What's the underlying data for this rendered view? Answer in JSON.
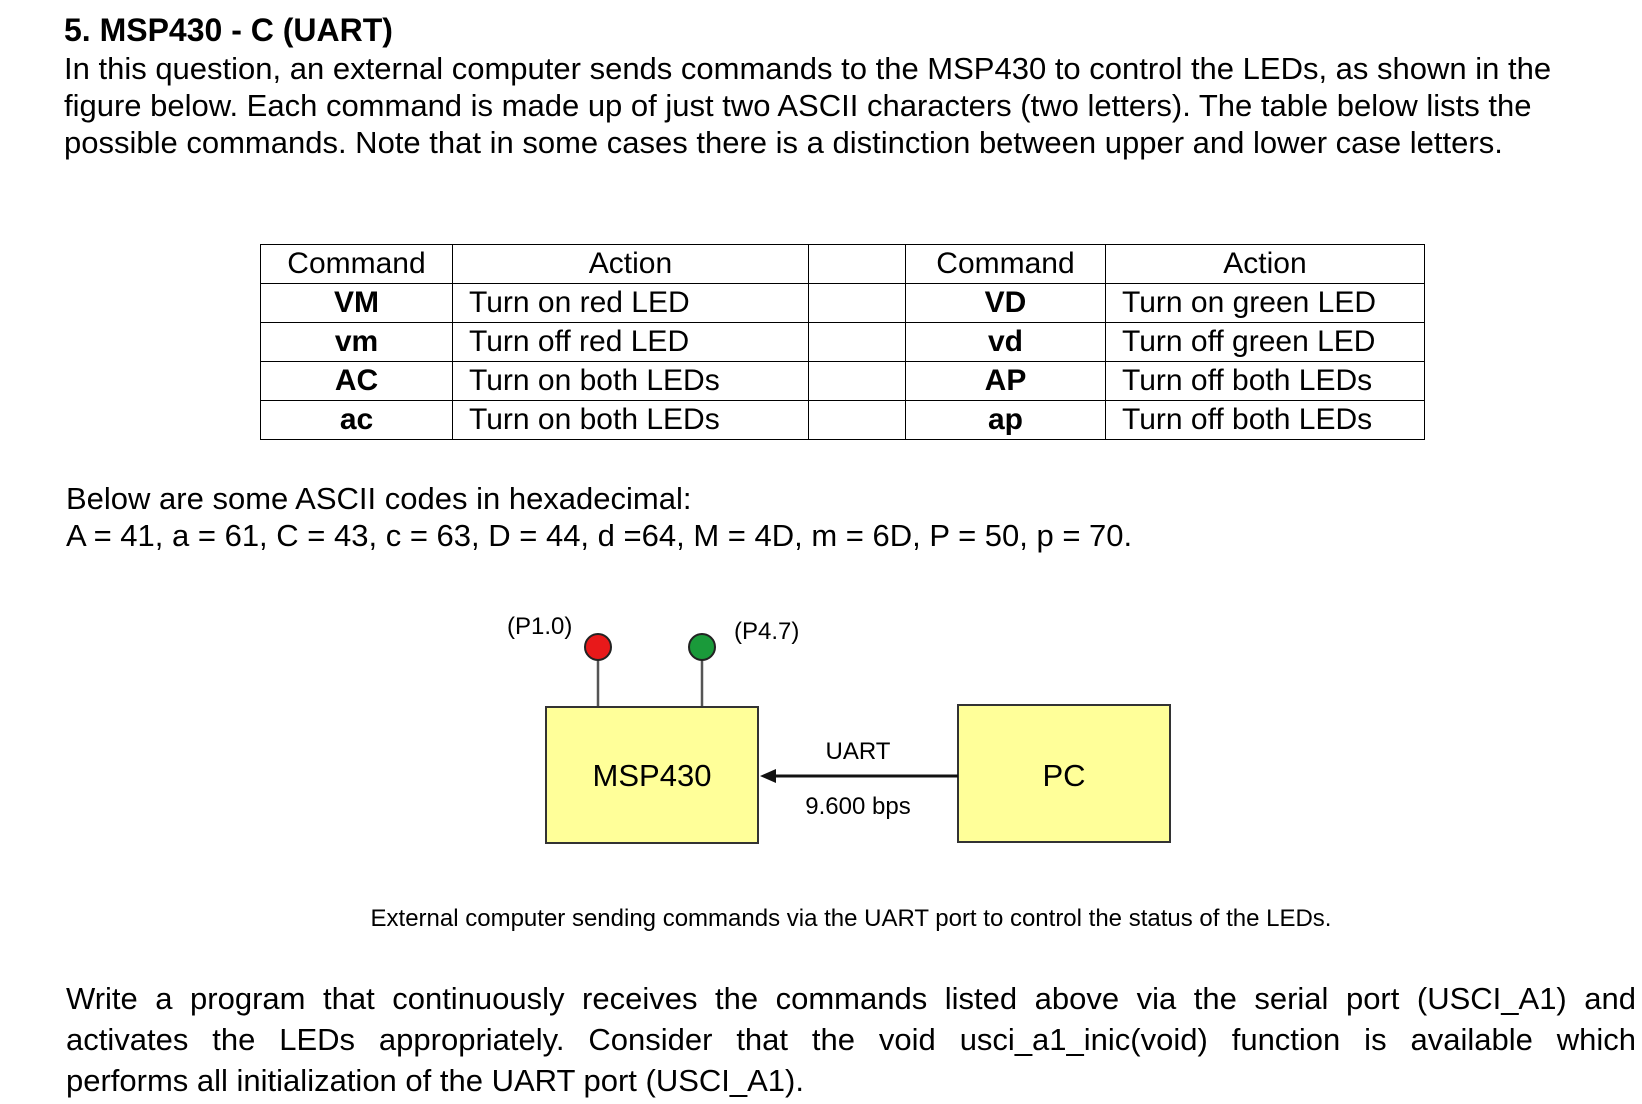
{
  "heading": "5. MSP430 - C (UART)",
  "intro": "In this question, an external computer sends commands to the MSP430 to control the LEDs, as shown in the figure below. Each command is made up of just two ASCII characters (two letters). The table below lists the possible commands. Note that in some cases there is a distinction between upper and lower case letters.",
  "table": {
    "headers": {
      "command_left": "Command",
      "action_left": "Action",
      "command_right": "Command",
      "action_right": "Action"
    },
    "rows": [
      {
        "cmd1": "VM",
        "act1": "Turn on red LED",
        "cmd2": "VD",
        "act2": "Turn on green LED"
      },
      {
        "cmd1": "vm",
        "act1": "Turn off red LED",
        "cmd2": "vd",
        "act2": "Turn off green LED"
      },
      {
        "cmd1": "AC",
        "act1": "Turn on both LEDs",
        "cmd2": "AP",
        "act2": "Turn off both LEDs"
      },
      {
        "cmd1": "ac",
        "act1": "Turn on both LEDs",
        "cmd2": "ap",
        "act2": "Turn off both LEDs"
      }
    ]
  },
  "ascii": {
    "intro": "Below are some ASCII codes in hexadecimal:",
    "codes": "A = 41, a = 61, C = 43, c = 63, D = 44, d =64, M = 4D, m = 6D, P = 50, p = 70."
  },
  "diagram": {
    "pin_red": "(P1.0)",
    "pin_green": "(P4.7)",
    "msp_label": "MSP430",
    "pc_label": "PC",
    "link_label": "UART",
    "baud_label": "9.600 bps",
    "colors": {
      "box_fill": "#ffff99",
      "led_red": "#e8191a",
      "led_green": "#1a9a3a"
    }
  },
  "caption": "External computer sending commands via the UART port to control the status of the LEDs.",
  "task": {
    "line1": "Write a program that continuously receives the commands listed above via the serial port (USCI_A1) and",
    "line2": "activates the LEDs appropriately. Consider that the void usci_a1_inic(void) function is available which",
    "line3": "performs all initialization of the UART port (USCI_A1)."
  }
}
